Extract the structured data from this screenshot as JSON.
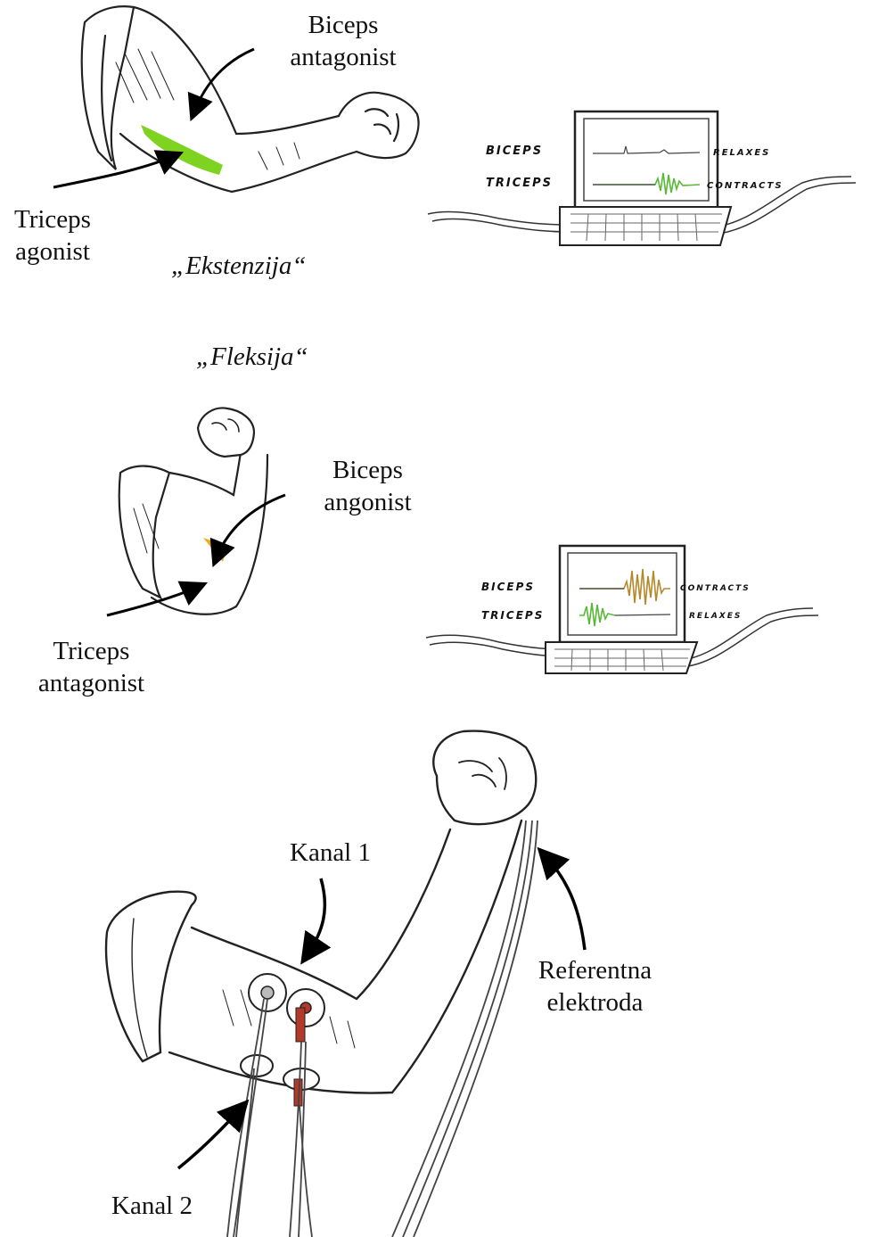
{
  "extension": {
    "caption": "„Ekstenzija“",
    "biceps_label": [
      "Biceps",
      "antagonist"
    ],
    "triceps_label": [
      "Triceps",
      "agonist"
    ],
    "screen": {
      "row1_name": "BICEPS",
      "row1_state": "RELAXES",
      "row2_name": "TRICEPS",
      "row2_state": "CONTRACTS"
    }
  },
  "flexion": {
    "caption": "„Fleksija“",
    "biceps_label": [
      "Biceps",
      "angonist"
    ],
    "triceps_label": [
      "Triceps",
      "antagonist"
    ],
    "screen": {
      "row1_name": "BICEPS",
      "row1_state": "CONTRACTS",
      "row2_name": "TRICEPS",
      "row2_state": "RELAXES"
    }
  },
  "electrodes": {
    "channel1": "Kanal 1",
    "channel2": "Kanal 2",
    "reference": [
      "Referentna",
      "elektroda"
    ]
  },
  "colors": {
    "triceps_highlight": "#7ed321",
    "biceps_highlight": "#f0a81e",
    "emg_green": "#58b837",
    "emg_brown": "#b5892a",
    "electrode_red": "#b33a2a"
  }
}
